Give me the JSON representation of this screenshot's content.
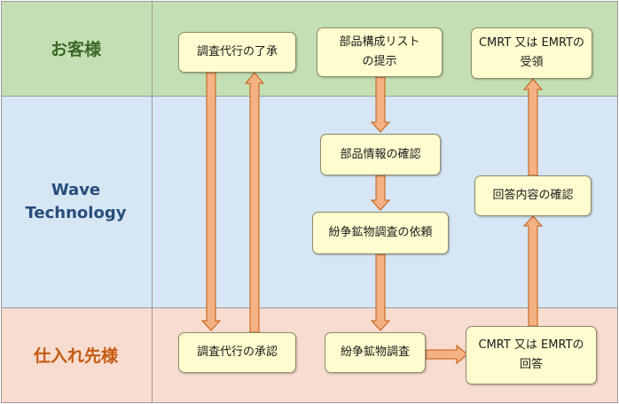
{
  "lanes": {
    "customer": "お客様",
    "wave": "Wave Technology",
    "supplier": "仕入れ先様"
  },
  "nodes": {
    "n_consent": "調査代行の了承",
    "n_provide": "部品構成リストの提示",
    "n_receive": "CMRT 又は EMRTの受領",
    "n_confirm_parts": "部品情報の確認",
    "n_request": "紛争鉱物調査の依頼",
    "n_confirm_answer": "回答内容の確認",
    "n_approve": "調査代行の承認",
    "n_survey": "紛争鉱物調査",
    "n_answer": "CMRT 又は EMRTの回答"
  },
  "colors": {
    "customer_lane": "#c5dfb4",
    "wave_lane": "#d6e6f4",
    "supplier_lane": "#f9dcd0",
    "node_fill": "#fffdd0",
    "arrow_fill": "#f4b183",
    "arrow_stroke": "#c55a11"
  }
}
